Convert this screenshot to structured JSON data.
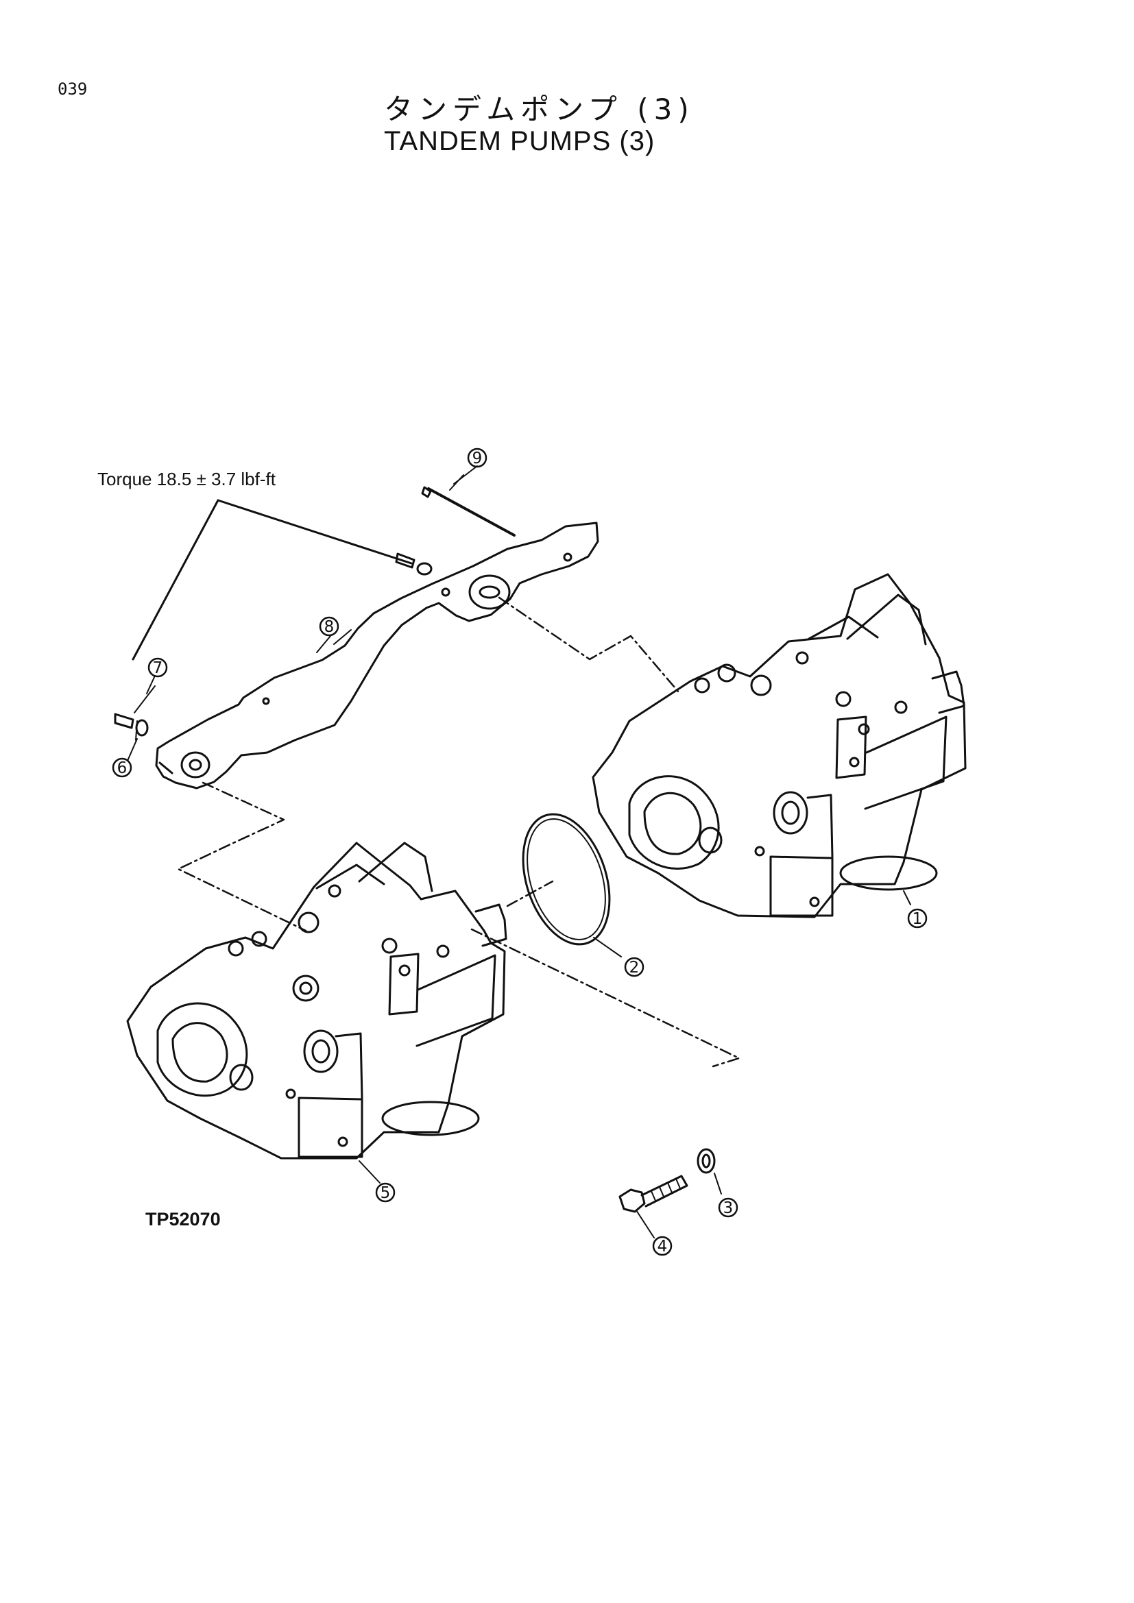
{
  "page": {
    "number": "039"
  },
  "title": {
    "japanese": "タンデムポンプ (3)",
    "english": "TANDEM PUMPS (3)"
  },
  "annotations": {
    "torque": "Torque 18.5 ± 3.7 lbf-ft",
    "drawing_id": "TP52070"
  },
  "callouts": [
    "1",
    "2",
    "3",
    "4",
    "5",
    "6",
    "7",
    "8",
    "9"
  ]
}
